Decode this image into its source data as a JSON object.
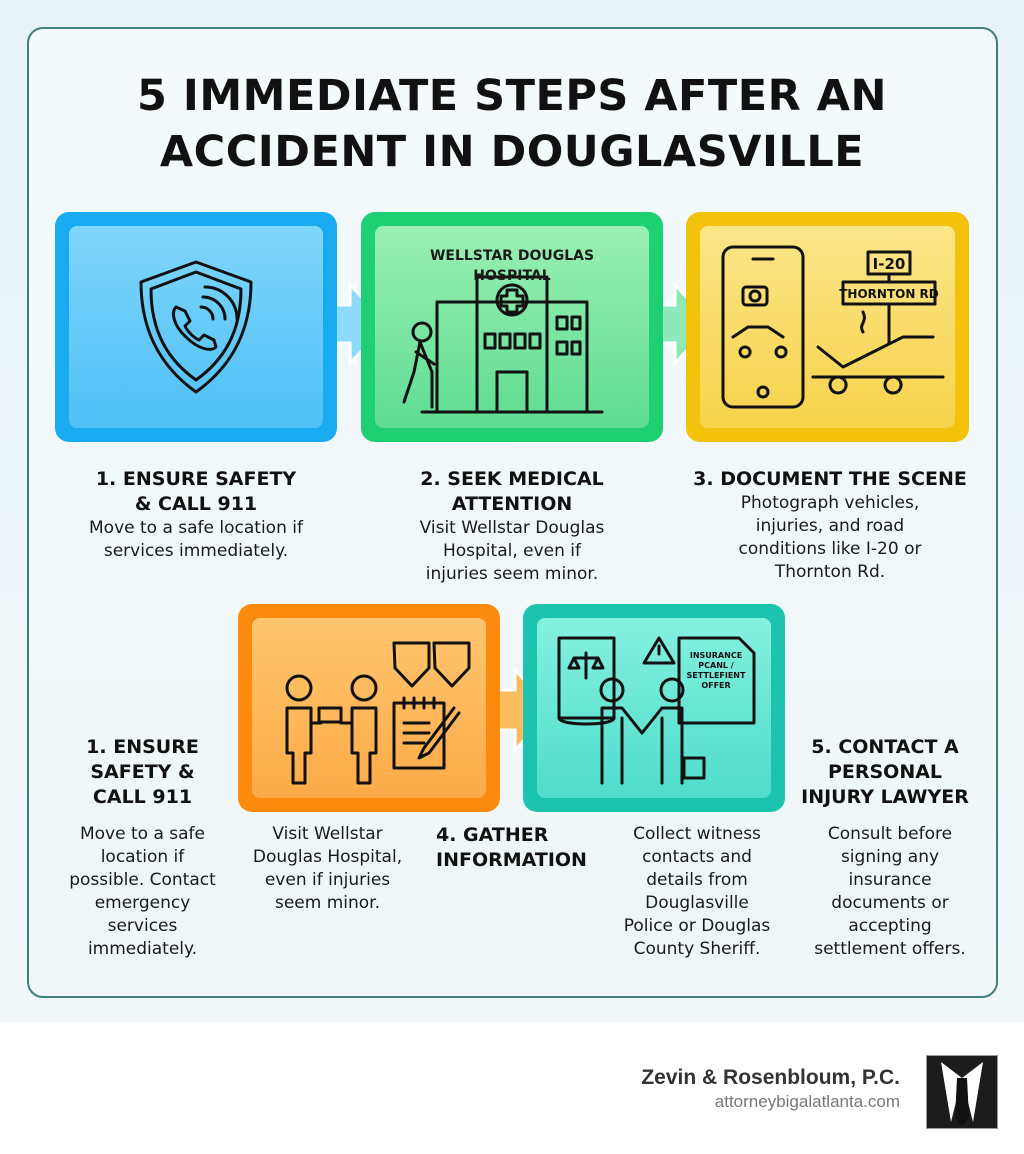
{
  "title_lines": [
    "5 IMMEDIATE STEPS AFTER AN",
    "ACCIDENT IN DOUGLASVILLE"
  ],
  "colors": {
    "step1": "#1aaaf0",
    "step2": "#1ed071",
    "step3": "#f3c20c",
    "step4": "#fb8a0f",
    "step5": "#1cc4b0",
    "frame": "#3f7f7c"
  },
  "cards": {
    "step1": {
      "icon": "shield-phone-icon"
    },
    "step2": {
      "icon": "hospital-icon",
      "sign": [
        "WELLSTAR DOUGLAS",
        "HOSPITAL"
      ]
    },
    "step3": {
      "icon": "phone-camera-crash-icon",
      "signs": [
        "I-20",
        "THORNTON RD"
      ]
    },
    "step4": {
      "icon": "people-exchange-badges-notepad-icon"
    },
    "step5": {
      "icon": "lawyer-handshake-document-icon",
      "doc_text": [
        "INSURANCE",
        "PCANL /",
        "SETTLEFIENT",
        "OFFER"
      ]
    }
  },
  "row1": [
    {
      "heading": [
        "1. ENSURE SAFETY",
        "& CALL 911"
      ],
      "desc": [
        "Move to a safe location if",
        "services immediately."
      ]
    },
    {
      "heading": [
        "2. SEEK MEDICAL",
        "ATTENTION"
      ],
      "desc": [
        "Visit Wellstar Douglas",
        "Hospital, even if",
        "injuries seem minor."
      ]
    },
    {
      "heading": [
        "3. DOCUMENT THE SCENE"
      ],
      "desc": [
        "Photograph vehicles,",
        "injuries, and road",
        "conditions like I-20 or",
        "Thornton Rd."
      ]
    }
  ],
  "row2": {
    "left": {
      "heading": [
        "1. ENSURE",
        "SAFETY &",
        "CALL 911"
      ],
      "desc": [
        "Move to a safe",
        "location if",
        "possible. Contact",
        "emergency",
        "services",
        "immediately."
      ]
    },
    "visit": {
      "desc": [
        "Visit Wellstar",
        "Douglas Hospital,",
        "even if injuries",
        "seem minor."
      ]
    },
    "gather": {
      "heading": [
        "4. GATHER",
        "INFORMATION"
      ]
    },
    "collect": {
      "desc": [
        "Collect witness",
        "contacts and",
        "details from",
        "Douglasville",
        "Police or Douglas",
        "County Sheriff."
      ]
    },
    "lawyer": {
      "heading": [
        "5. CONTACT A",
        "PERSONAL",
        "INJURY LAWYER"
      ],
      "desc": [
        "Consult before",
        "signing any",
        "insurance",
        "documents or",
        "accepting",
        "settlement offers."
      ]
    }
  },
  "footer": {
    "firm": "Zevin & Rosenbloum, P.C.",
    "url": "attorneybigalatlanta.com",
    "logo_icon": "suit-tie-logo"
  }
}
